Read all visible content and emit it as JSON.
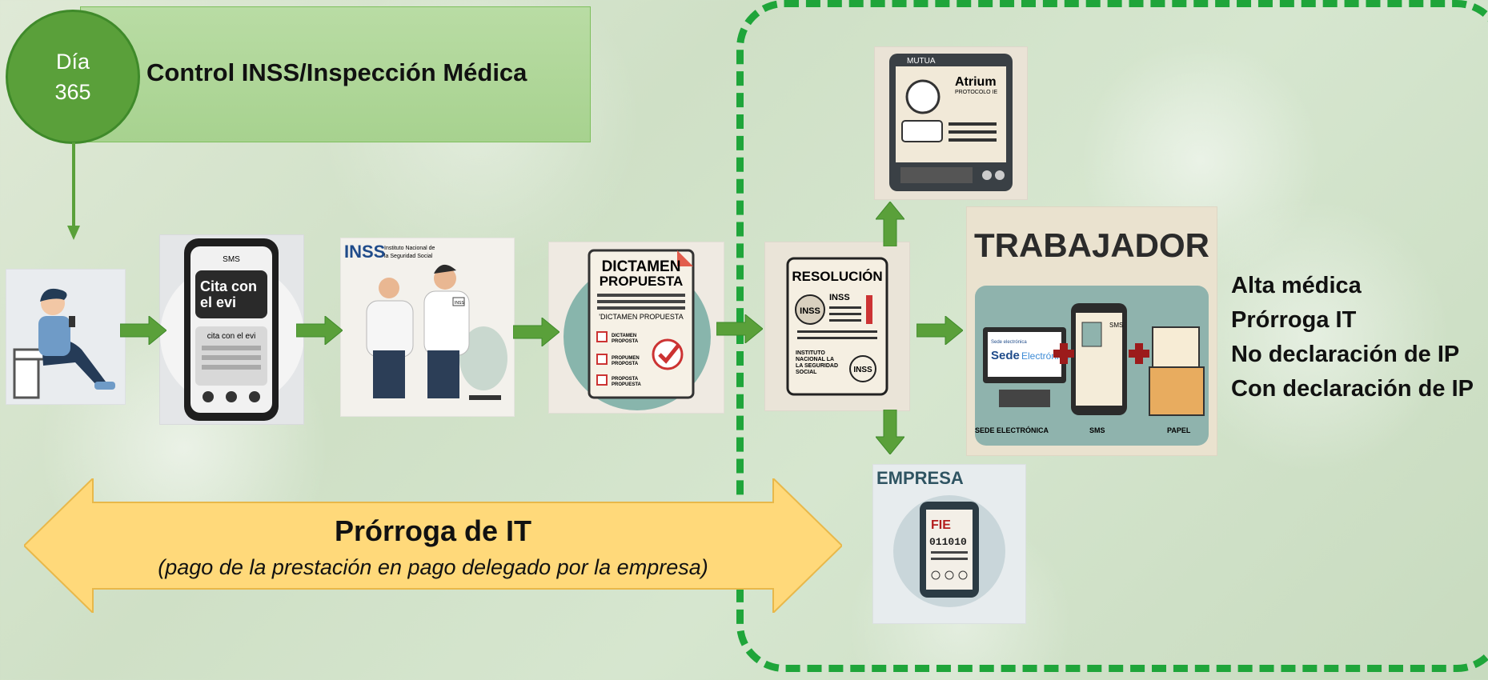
{
  "header": {
    "day_label": "Día",
    "day_number": "365",
    "title": "Control INSS/Inspección Médica"
  },
  "tiles": {
    "sms": {
      "tag": "SMS",
      "title_line1": "Cita con",
      "title_line2": "el evi",
      "subtitle": "cita con el evi"
    },
    "inss": {
      "logo": "INSS",
      "org_line1": "Instituto Nacional de",
      "org_line2": "la Seguridad Social",
      "badge": "INSS"
    },
    "dictamen": {
      "title_line1": "DICTAMEN",
      "title_line2": "PROPUESTA",
      "subtitle": "'DICTAMEN PROPUESTA",
      "item1_line1": "DICTAMEN",
      "item1_line2": "PROPOSTA",
      "item2_line1": "PROPUMEN",
      "item2_line2": "PROPOSTA",
      "item3_line1": "PROPOSTA",
      "item3_line2": "PROPUESTA"
    },
    "resolucion": {
      "title": "RESOLUCIÓN",
      "seal": "INSS",
      "label": "INSS",
      "org_line1": "INSTITUTO",
      "org_line2": "NACIONAL LA",
      "org_line3": "LA SEGURIDAD",
      "org_line4": "SOCIAL",
      "seal2": "INSS"
    },
    "mutua": {
      "brand": "MUTUA",
      "title": "Atrium",
      "subtitle": "PROTOCOLO IE"
    },
    "trabajador": {
      "title": "TRABAJADOR",
      "sede_small": "Sede electrónica",
      "sede_brand1": "Sede",
      "sede_brand2": "Electrónica",
      "sms_tag": "SMS",
      "label1": "SEDE ELECTRÓNICA",
      "label2": "SMS",
      "label3": "PAPEL"
    },
    "empresa": {
      "title": "EMPRESA",
      "file_tag": "FIE",
      "binary": "011010"
    }
  },
  "outcomes": [
    "Alta médica",
    "Prórroga IT",
    "No declaración de IP",
    "Con declaración de IP"
  ],
  "prorroga": {
    "title": "Prórroga de IT",
    "subtitle": "(pago de la prestación en pago delegado por la empresa)"
  },
  "colors": {
    "green_arrow": "#5aa03a",
    "dashed_frame": "#1fa53a",
    "banner": "#a7d28f",
    "yellow_arrow": "#ffd97a"
  }
}
